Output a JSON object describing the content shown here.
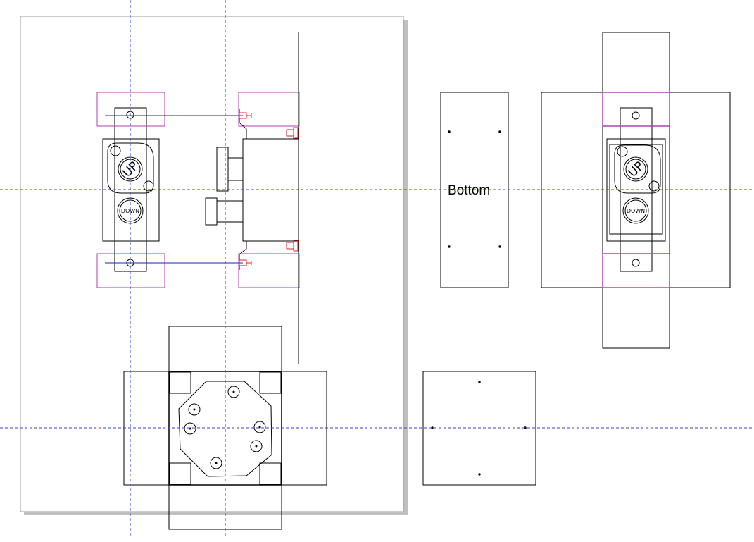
{
  "canvas": {
    "background": "#ffffff",
    "page_color": "#ffffff",
    "page_shadow_color": "#c0c0c0",
    "page_border_color": "#9a9a9a"
  },
  "colors": {
    "outline": "#000000",
    "guide": "#3344cc",
    "selection": "#b040b0",
    "screw": "#dd2222",
    "wire": "#2222aa"
  },
  "labels": {
    "up": "UP",
    "down": "DOWN",
    "bottom": "Bottom"
  },
  "icons": {
    "front_up_button": "up-button-icon",
    "front_down_button": "down-button-icon",
    "right_up_button": "up-button-icon",
    "right_down_button": "down-button-icon"
  }
}
